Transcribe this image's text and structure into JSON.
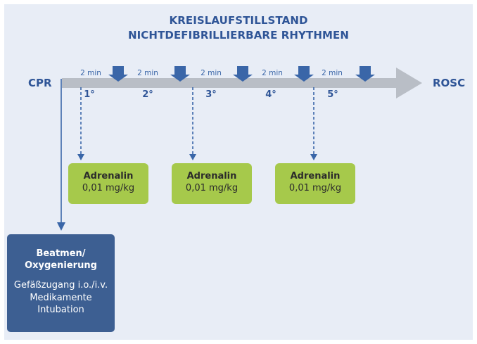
{
  "title": {
    "line1": "KREISLAUFSTILLSTAND",
    "line2": "NICHTDEFIBRILLIERBARE RHYTHMEN"
  },
  "timeline": {
    "start_label": "CPR",
    "end_label": "ROSC",
    "interval_labels": [
      "2 min",
      "2 min",
      "2 min",
      "2 min",
      "2 min"
    ],
    "cycle_labels": [
      "1°",
      "2°",
      "3°",
      "4°",
      "5°"
    ],
    "rhythm_check_markers": 5
  },
  "drug_boxes": [
    {
      "drug": "Adrenalin",
      "dose": "0,01 mg/kg",
      "cycle": "1°"
    },
    {
      "drug": "Adrenalin",
      "dose": "0,01 mg/kg",
      "cycle": "3°"
    },
    {
      "drug": "Adrenalin",
      "dose": "0,01 mg/kg",
      "cycle": "5°"
    }
  ],
  "measures_box": {
    "heading_line1": "Beatmen/",
    "heading_line2": "Oxygenierung",
    "items": [
      "Gefäßzugang i.o./i.v.",
      "Medikamente",
      "Intubation"
    ]
  },
  "colors": {
    "panel_bg": "#e8edf6",
    "title_blue": "#2f5597",
    "timeline_gray": "#b9bec6",
    "marker_blue": "#3a66a8",
    "drug_green": "#a6c94b",
    "measures_blue": "#3d5f92"
  }
}
